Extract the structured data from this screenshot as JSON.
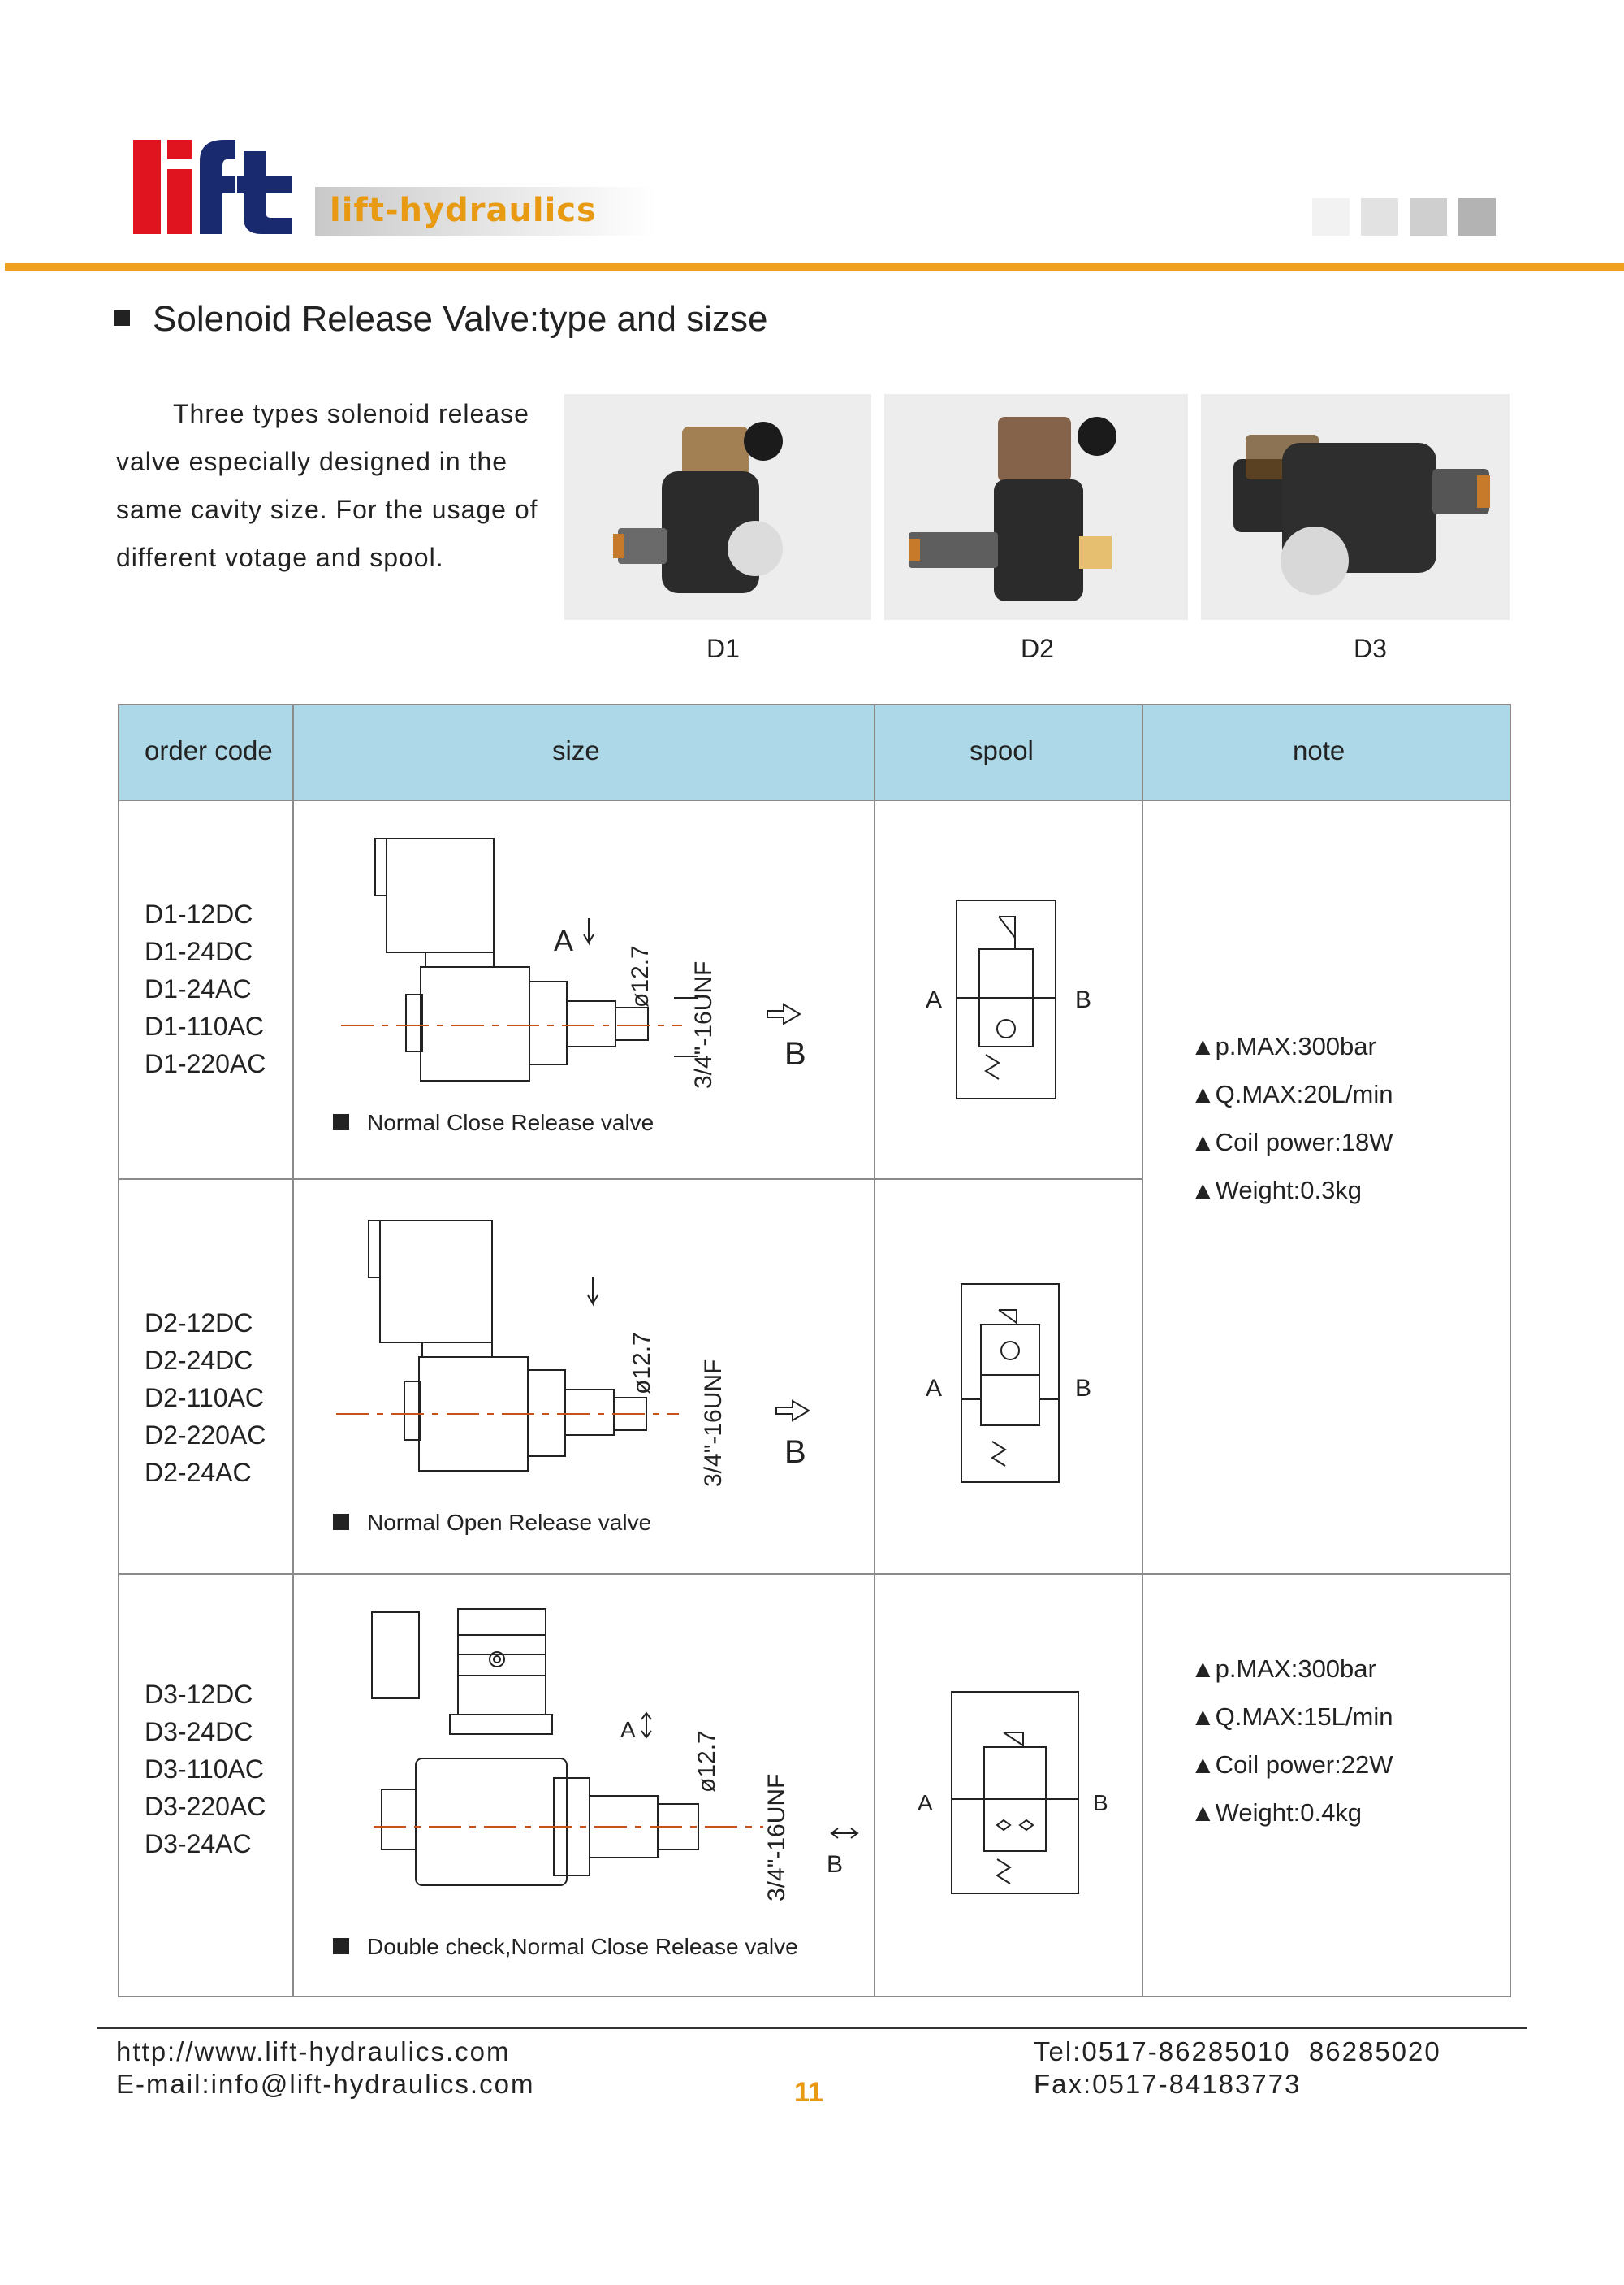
{
  "header": {
    "logo_text": "lift",
    "brand": "lift-hydraulics",
    "colors": {
      "accent": "#f0a020",
      "brand_red": "#e0141e",
      "brand_navy": "#1a2a6e",
      "table_header": "#add8e8"
    }
  },
  "section": {
    "title": "Solenoid Release Valve:type and sizse",
    "intro_lines": [
      "Three types solenoid release",
      "valve especially designed in the",
      "same cavity size. For the usage of",
      "different votage and spool."
    ]
  },
  "photos": [
    {
      "label": "D1",
      "icon": "solenoid-valve-photo-d1"
    },
    {
      "label": "D2",
      "icon": "solenoid-valve-photo-d2"
    },
    {
      "label": "D3",
      "icon": "solenoid-valve-photo-d3"
    }
  ],
  "table": {
    "headers": [
      "order code",
      "size",
      "spool",
      "note"
    ],
    "rows": [
      {
        "codes": [
          "D1-12DC",
          "D1-24DC",
          "D1-24AC",
          "D1-110AC",
          "D1-220AC"
        ],
        "caption": "Normal Close Release valve",
        "dims": {
          "dia": "ø12.7",
          "thread": "3/4\"-16UNF",
          "port_a": "A",
          "port_b": "B"
        },
        "spool": {
          "port_a": "A",
          "port_b": "B"
        }
      },
      {
        "codes": [
          "D2-12DC",
          "D2-24DC",
          "D2-110AC",
          "D2-220AC",
          "D2-24AC"
        ],
        "caption": "Normal Open Release valve",
        "dims": {
          "dia": "ø12.7",
          "thread": "3/4\"-16UNF",
          "port_b": "B"
        },
        "spool": {
          "port_a": "A",
          "port_b": "B"
        }
      },
      {
        "codes": [
          "D3-12DC",
          "D3-24DC",
          "D3-110AC",
          "D3-220AC",
          "D3-24AC"
        ],
        "caption": "Double check,Normal Close Release valve",
        "dims": {
          "dia": "ø12.7",
          "thread": "3/4\"-16UNF",
          "port_a": "A",
          "port_b": "B"
        },
        "spool": {
          "port_a": "A",
          "port_b": "B"
        }
      }
    ],
    "notes": [
      [
        "▲p.MAX:300bar",
        "▲Q.MAX:20L/min",
        "▲Coil power:18W",
        "▲Weight:0.3kg"
      ],
      [
        "▲p.MAX:300bar",
        "▲Q.MAX:15L/min",
        "▲Coil power:22W",
        "▲Weight:0.4kg"
      ]
    ]
  },
  "footer": {
    "website": "http://www.lift-hydraulics.com",
    "email": "E-mail:info@lift-hydraulics.com",
    "tel": "Tel:0517-86285010  86285020",
    "fax": "Fax:0517-84183773",
    "page": "11"
  }
}
